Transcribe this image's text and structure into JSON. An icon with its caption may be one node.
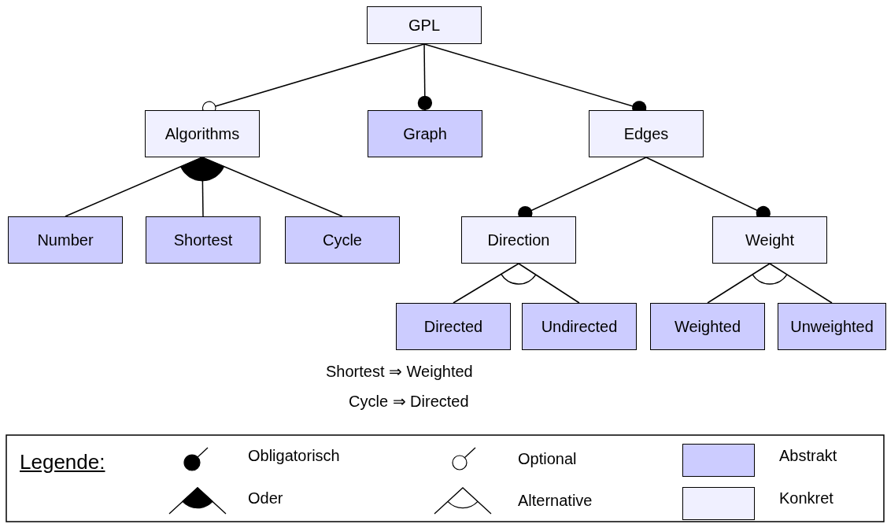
{
  "diagram": {
    "nodes": [
      {
        "text": [
          "GPL"
        ]
      },
      {
        "text": [
          "Algorithms"
        ]
      },
      {
        "text": [
          "Graph"
        ]
      },
      {
        "text": [
          "Edges"
        ]
      },
      {
        "text": [
          "Number"
        ]
      },
      {
        "text": [
          "Shortest"
        ]
      },
      {
        "text": [
          "Cycle"
        ]
      },
      {
        "text": [
          "Direction"
        ]
      },
      {
        "text": [
          "Weight"
        ]
      },
      {
        "text": [
          "Directed"
        ]
      },
      {
        "text": [
          "Undirected"
        ]
      },
      {
        "text": [
          "Weighted"
        ]
      },
      {
        "text": [
          "Unweighted"
        ]
      }
    ],
    "edges": [
      {
        "from": 0,
        "to": 1,
        "arrow": "other"
      },
      {
        "from": 0,
        "to": 2,
        "arrow": "other"
      },
      {
        "from": 0,
        "to": 3,
        "arrow": "other"
      },
      {
        "from": 1,
        "to": 4,
        "arrow": "other"
      },
      {
        "from": 1,
        "to": 5,
        "arrow": "none"
      },
      {
        "from": 1,
        "to": 6,
        "arrow": "other"
      },
      {
        "from": 3,
        "to": 7,
        "arrow": "other"
      },
      {
        "from": 3,
        "to": 8,
        "arrow": "other"
      },
      {
        "from": 7,
        "to": 9,
        "arrow": "none"
      },
      {
        "from": 7,
        "to": 10,
        "arrow": "none"
      },
      {
        "from": 8,
        "to": 11,
        "arrow": "none"
      },
      {
        "from": 8,
        "to": 12,
        "arrow": "none"
      }
    ],
    "labels": [
      "Shortest ⇒ Weighted",
      "Cycle ⇒ Directed",
      "Legende:"
    ],
    "legend": [
      {
        "text": "Obligatorisch"
      },
      {
        "text": "Optional"
      },
      {
        "text": "Abstrakt",
        "color": "#ccccff"
      },
      {
        "text": "Oder"
      },
      {
        "text": "Alternative"
      },
      {
        "text": "Konkret",
        "color": "#f0f0ff"
      }
    ]
  }
}
